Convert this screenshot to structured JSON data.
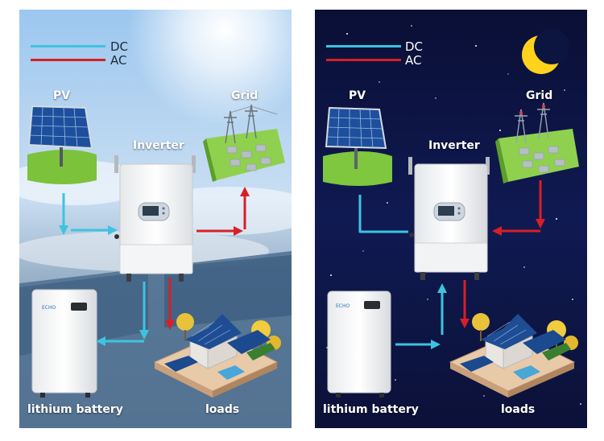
{
  "legend": {
    "dc_label": "DC",
    "ac_label": "AC",
    "dc_color": "#3ec3e0",
    "ac_color": "#d81f26"
  },
  "day": {
    "pv_label": "PV",
    "grid_label": "Grid",
    "inverter_label": "Inverter",
    "battery_label": "lithium battery",
    "loads_label": "loads"
  },
  "night": {
    "pv_label": "PV",
    "grid_label": "Grid",
    "inverter_label": "Inverter",
    "battery_label": "lithium battery",
    "loads_label": "loads"
  },
  "battery_brand": "ECHO",
  "colors": {
    "day_sky": "#8cb9e6",
    "night_sky": "#0b1240",
    "grass": "#7ec73e",
    "moon": "#ffd21c"
  }
}
